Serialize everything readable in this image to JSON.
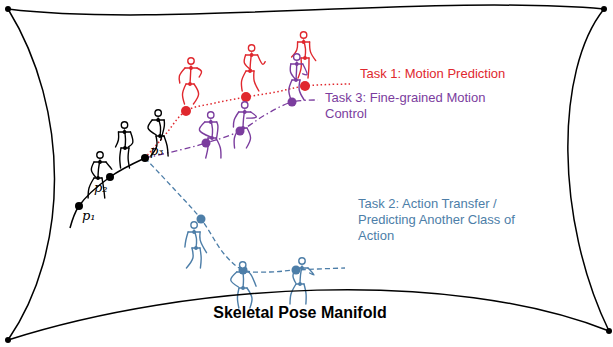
{
  "diagram": {
    "nodes": [
      {
        "text": [
          "Skeletal Pose Manifold"
        ]
      }
    ],
    "labels": [
      "p₁",
      "p₂",
      "p₃",
      "Task 1: Motion Prediction",
      "Task 3: Fine-grained Motion Control",
      "Task 2: Action Transfer / Predicting Another Class of Action"
    ]
  }
}
